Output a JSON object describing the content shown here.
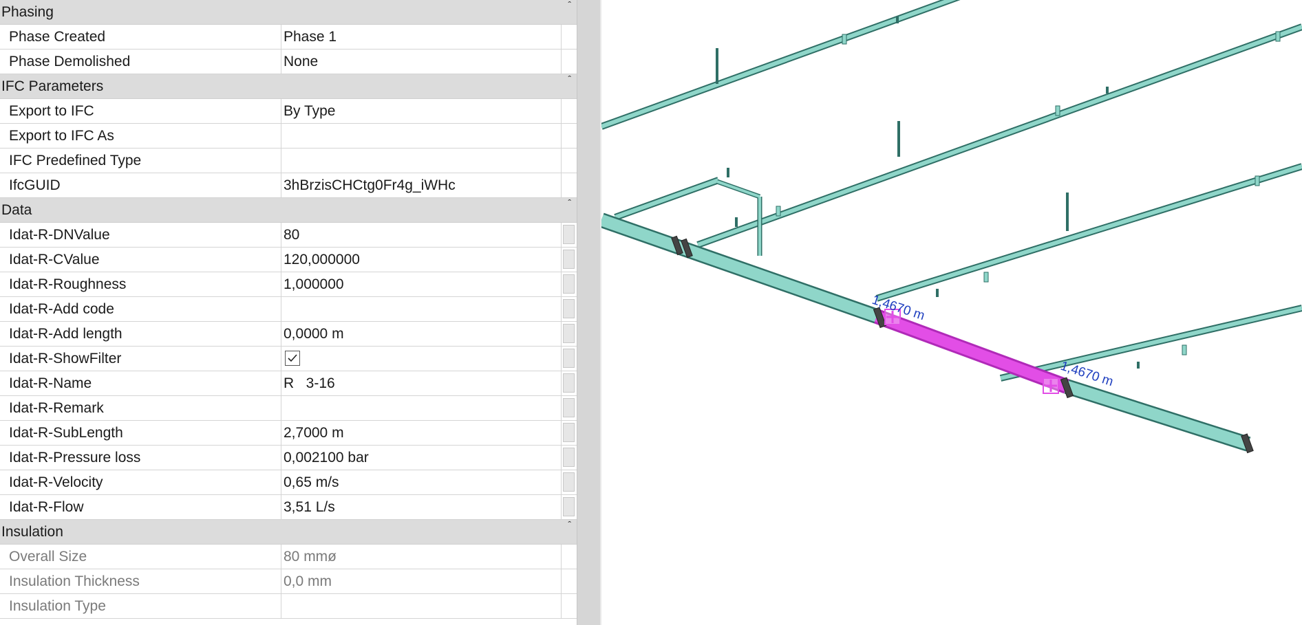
{
  "groups": [
    {
      "title": "Phasing",
      "rows": [
        {
          "name": "Phase Created",
          "value": "Phase 1"
        },
        {
          "name": "Phase Demolished",
          "value": "None"
        }
      ]
    },
    {
      "title": "IFC Parameters",
      "rows": [
        {
          "name": "Export to IFC",
          "value": "By Type"
        },
        {
          "name": "Export to IFC As",
          "value": ""
        },
        {
          "name": "IFC Predefined Type",
          "value": ""
        },
        {
          "name": "IfcGUID",
          "value": "3hBrzisCHCtg0Fr4g_iWHc"
        }
      ]
    },
    {
      "title": "Data",
      "rows": [
        {
          "name": "Idat-R-DNValue",
          "value": "80"
        },
        {
          "name": "Idat-R-CValue",
          "value": "120,000000"
        },
        {
          "name": "Idat-R-Roughness",
          "value": "1,000000"
        },
        {
          "name": "Idat-R-Add code",
          "value": ""
        },
        {
          "name": "Idat-R-Add length",
          "value": "0,0000 m"
        },
        {
          "name": "Idat-R-ShowFilter",
          "value": "",
          "checked": true
        },
        {
          "name": "Idat-R-Name",
          "value": "R   3-16"
        },
        {
          "name": "Idat-R-Remark",
          "value": ""
        },
        {
          "name": "Idat-R-SubLength",
          "value": "2,7000 m"
        },
        {
          "name": "Idat-R-Pressure loss",
          "value": "0,002100 bar"
        },
        {
          "name": "Idat-R-Velocity",
          "value": "0,65 m/s"
        },
        {
          "name": "Idat-R-Flow",
          "value": "3,51 L/s"
        }
      ]
    },
    {
      "title": "Insulation",
      "rows": [
        {
          "name": "Overall Size",
          "value": "80 mmø"
        },
        {
          "name": "Insulation Thickness",
          "value": "0,0 mm"
        },
        {
          "name": "Insulation Type",
          "value": ""
        }
      ]
    }
  ],
  "viewport": {
    "dimension_1": "1,4670 m",
    "dimension_2": "1,4670 m"
  },
  "colors": {
    "pipe": "#8fd6c9",
    "pipe_edge": "#2f6f66",
    "selected": "#e24ee6",
    "dimension": "#1f3fbf"
  }
}
